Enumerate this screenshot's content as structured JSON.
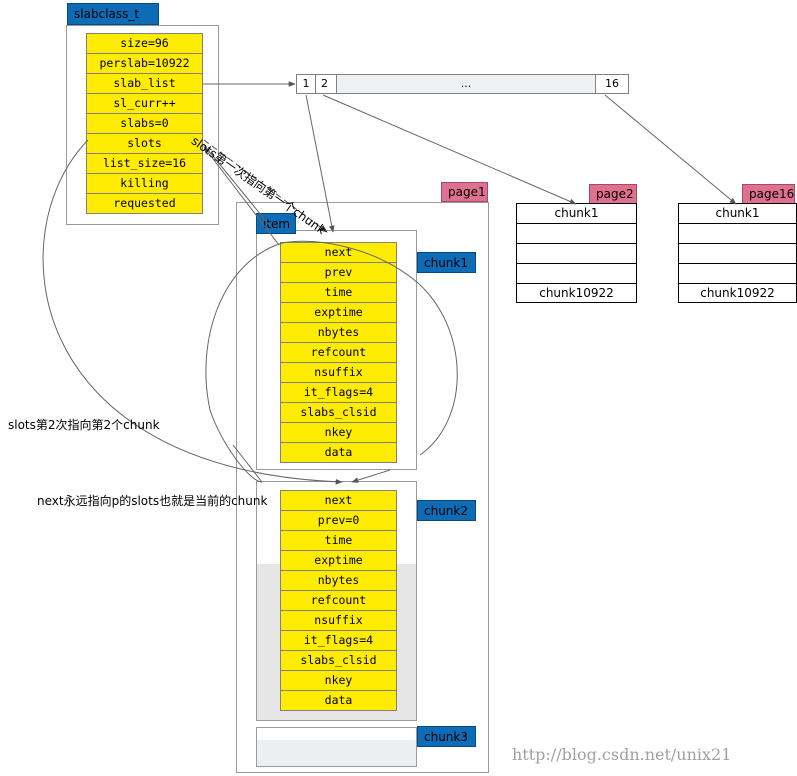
{
  "slabclass": {
    "title": "slabclass_t",
    "fields": [
      "size=96",
      "perslab=10922",
      "slab_list",
      "sl_curr++",
      "slabs=0",
      "slots",
      "list_size=16",
      "killing",
      "requested"
    ]
  },
  "slab_list_array": {
    "cell1": "1",
    "cell2": "2",
    "dots": "...",
    "last": "16"
  },
  "pages": {
    "page1": "page1",
    "page2": "page2",
    "page16": "page16"
  },
  "chunk_labels": {
    "chunk1": "chunk1",
    "chunk2": "chunk2",
    "chunk3": "chunk3"
  },
  "item_label": "item",
  "item1_fields": [
    "next",
    "prev",
    "time",
    "exptime",
    "nbytes",
    "refcount",
    "nsuffix",
    "it_flags=4",
    "slabs_clsid",
    "nkey",
    "data"
  ],
  "item2_fields": [
    "next",
    "prev=0",
    "time",
    "exptime",
    "nbytes",
    "refcount",
    "nsuffix",
    "it_flags=4",
    "slabs_clsid",
    "nkey",
    "data"
  ],
  "page2_chunks": {
    "first": "chunk1",
    "last": "chunk10922"
  },
  "page16_chunks": {
    "first": "chunk1",
    "last": "chunk10922"
  },
  "annotations": {
    "slots_first": "slots第一次指向第一个chunk",
    "slots_second": "slots第2次指向第2个chunk",
    "next_note": "next永远指向p的slots也就是当前的chunk"
  },
  "watermark": "http://blog.csdn.net/unix21",
  "colors": {
    "yellow": "#ffec00",
    "blue": "#0e6bb6",
    "pink": "#e0708f"
  }
}
